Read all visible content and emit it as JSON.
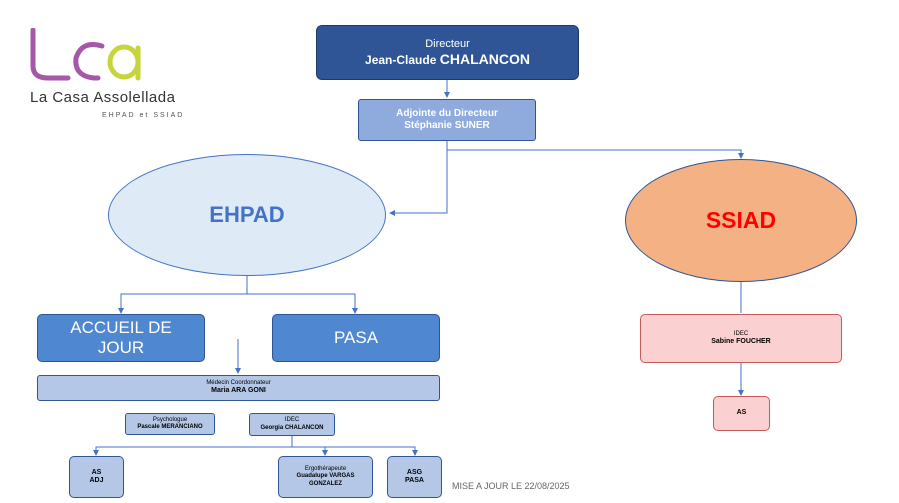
{
  "logo": {
    "mark": "lca",
    "name": "La Casa Assolellada",
    "subtitle": "EHPAD et SSIAD"
  },
  "director": {
    "title": "Directeur",
    "name_first": "Jean-Claude",
    "name_last": "CHALANCON"
  },
  "deputy": {
    "title": "Adjointe du Directeur",
    "name": "Stéphanie SUNER"
  },
  "ehpad": {
    "label": "EHPAD"
  },
  "ssiad": {
    "label": "SSIAD"
  },
  "accueil": {
    "line1": "ACCUEIL DE",
    "line2": "JOUR"
  },
  "pasa": {
    "label": "PASA"
  },
  "medecin": {
    "title": "Médecin Coordonnateur",
    "name": "Maria ARA GONI"
  },
  "psychologue": {
    "title": "Psychologue",
    "name": "Pascale MERANCIANO"
  },
  "idec_ehpad": {
    "title": "IDEC",
    "name": "Georgia CHALANCON"
  },
  "as_adj": {
    "line1": "AS",
    "line2": "ADJ"
  },
  "ergo": {
    "title": "Ergothérapeute",
    "line1": "Guadalupe VARGAS",
    "line2": "GONZALEZ"
  },
  "asg_pasa": {
    "line1": "ASG",
    "line2": "PASA"
  },
  "idec_ssiad": {
    "title": "IDEC",
    "name": "Sabine FOUCHER"
  },
  "as_ssiad": {
    "label": "AS"
  },
  "update_note": "MISE A JOUR LE 22/08/2025",
  "colors": {
    "dark_blue": "#2f5597",
    "mid_blue": "#4f87d0",
    "light_blue": "#8faadc",
    "pale_blue": "#b4c7e7",
    "ehpad_fill": "#deebf7",
    "ssiad_fill": "#f4b183",
    "ssiad_text": "#ff0000",
    "pink": "#fbd0d0",
    "logo_purple": "#a557a8",
    "logo_green": "#c8d43c"
  }
}
